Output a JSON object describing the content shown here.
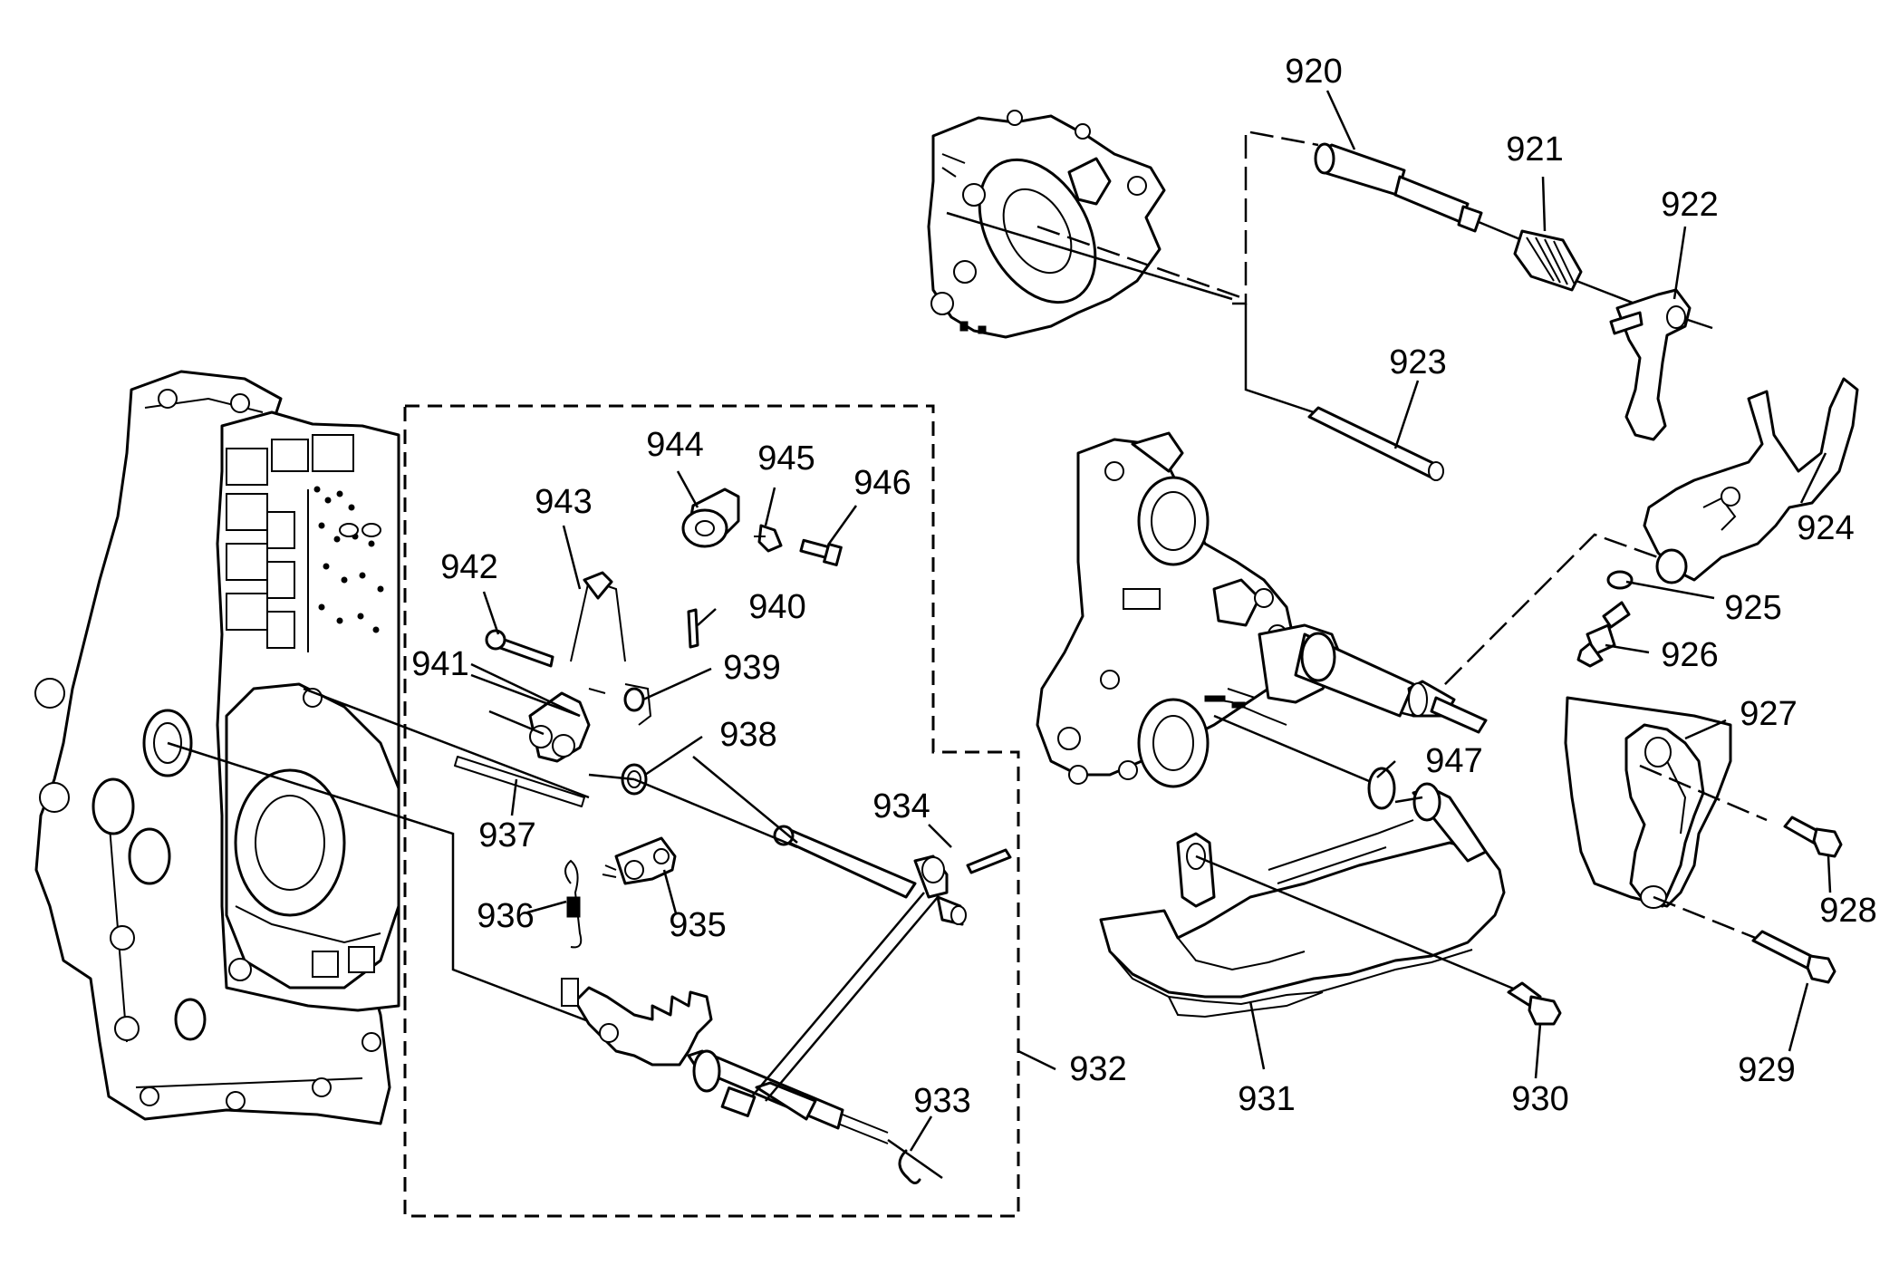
{
  "callouts": [
    {
      "id": "920",
      "label": "920"
    },
    {
      "id": "921",
      "label": "921"
    },
    {
      "id": "922",
      "label": "922"
    },
    {
      "id": "923",
      "label": "923"
    },
    {
      "id": "924",
      "label": "924"
    },
    {
      "id": "925",
      "label": "925"
    },
    {
      "id": "926",
      "label": "926"
    },
    {
      "id": "927",
      "label": "927"
    },
    {
      "id": "928",
      "label": "928"
    },
    {
      "id": "929",
      "label": "929"
    },
    {
      "id": "930",
      "label": "930"
    },
    {
      "id": "931",
      "label": "931"
    },
    {
      "id": "932",
      "label": "932"
    },
    {
      "id": "933",
      "label": "933"
    },
    {
      "id": "934",
      "label": "934"
    },
    {
      "id": "935",
      "label": "935"
    },
    {
      "id": "936",
      "label": "936"
    },
    {
      "id": "937",
      "label": "937"
    },
    {
      "id": "938",
      "label": "938"
    },
    {
      "id": "939",
      "label": "939"
    },
    {
      "id": "940",
      "label": "940"
    },
    {
      "id": "941",
      "label": "941"
    },
    {
      "id": "942",
      "label": "942"
    },
    {
      "id": "943",
      "label": "943"
    },
    {
      "id": "944",
      "label": "944"
    },
    {
      "id": "945",
      "label": "945"
    },
    {
      "id": "946",
      "label": "946"
    },
    {
      "id": "947",
      "label": "947"
    }
  ]
}
